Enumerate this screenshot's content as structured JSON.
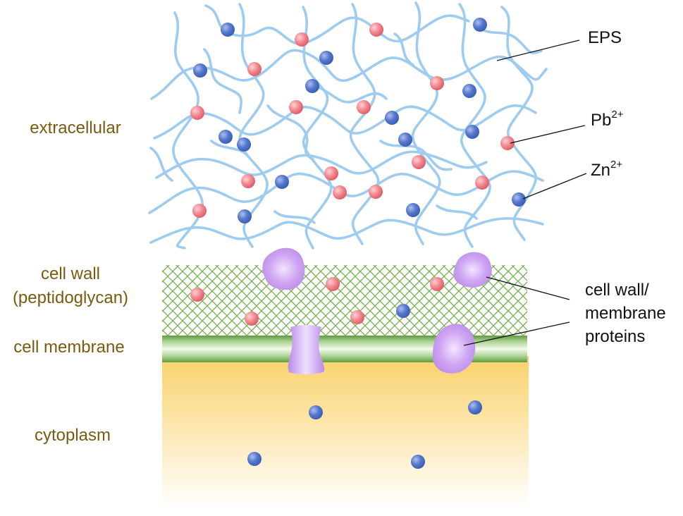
{
  "colors": {
    "eps_fiber": "#9ecbf0",
    "pb_ion": "#f07a82",
    "zn_ion": "#4f72c8",
    "protein": "#c89af0",
    "peptidoglycan_mesh": "#6fa84a",
    "membrane": "#8cc070",
    "cytoplasm": "#f9d36a",
    "left_label_text": "#7a5a10"
  },
  "left_labels": {
    "extracellular": "extracellular",
    "cell_wall_line1": "cell wall",
    "cell_wall_line2": "(peptidoglycan)",
    "cell_membrane": "cell membrane",
    "cytoplasm": "cytoplasm"
  },
  "right_labels": {
    "eps": "EPS",
    "pb_base": "Pb",
    "pb_charge": "2+",
    "zn_base": "Zn",
    "zn_charge": "2+",
    "proteins_line1": "cell wall/",
    "proteins_line2": "membrane",
    "proteins_line3": "proteins"
  }
}
